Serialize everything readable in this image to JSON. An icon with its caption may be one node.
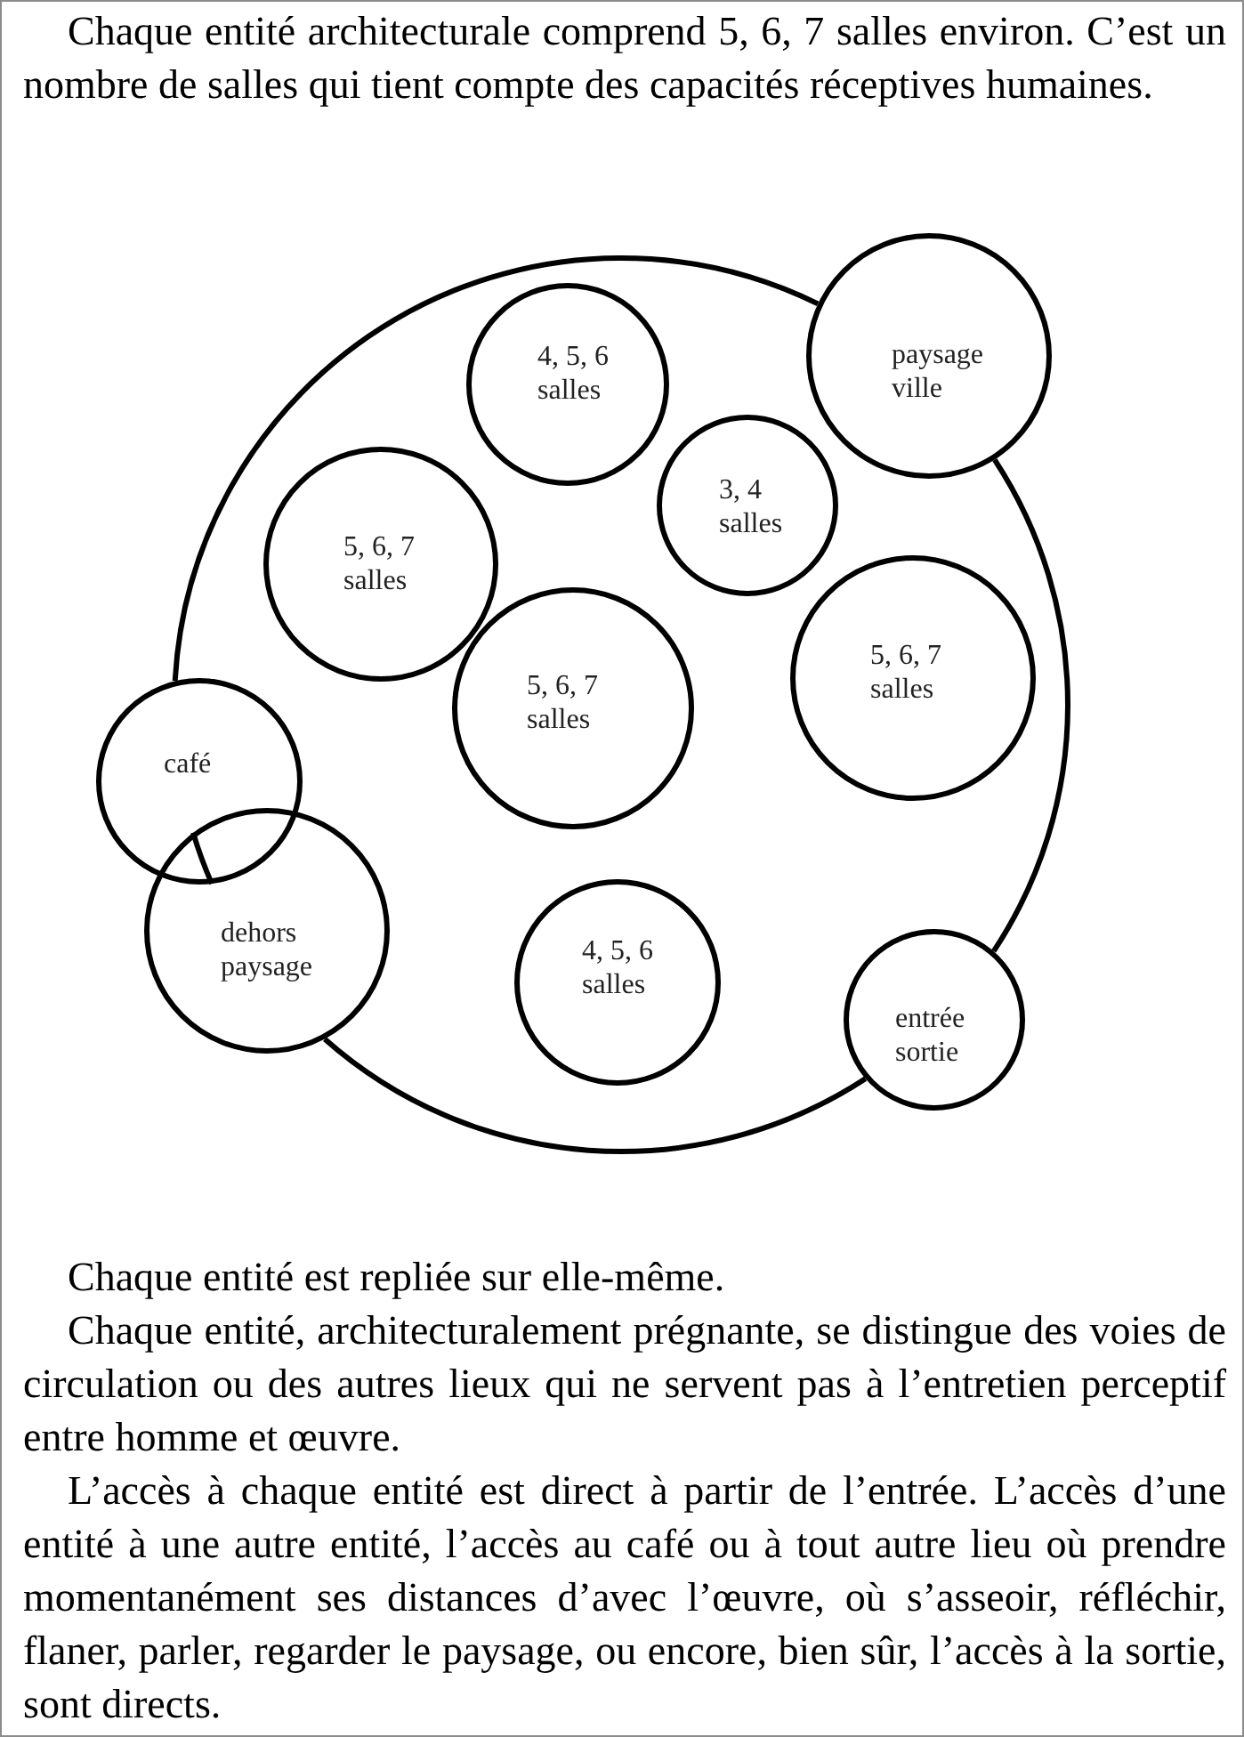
{
  "diagram": {
    "nodes": [
      {
        "text": [
          "4, 5, 6 salles"
        ]
      },
      {
        "text": [
          "paysage ville"
        ]
      },
      {
        "text": [
          "3, 4 salles"
        ]
      },
      {
        "text": [
          "5, 6, 7 salles"
        ]
      },
      {
        "text": [
          "5, 6, 7 salles"
        ]
      },
      {
        "text": [
          "5, 6, 7 salles"
        ]
      },
      {
        "text": [
          "café"
        ]
      },
      {
        "text": [
          "dehors paysage"
        ]
      },
      {
        "text": [
          "4, 5, 6 salles"
        ]
      },
      {
        "text": [
          "entrée sortie"
        ]
      }
    ],
    "edges": [
      {
        "from": 6,
        "to": 1,
        "arrow": "none"
      },
      {
        "from": 1,
        "to": 9,
        "arrow": "none"
      },
      {
        "from": 9,
        "to": 7,
        "arrow": "none"
      },
      {
        "from": 7,
        "to": 6,
        "arrow": "none"
      }
    ],
    "labels": [
      "Chaque entité architecturale comprend 5, 6, 7 salles environ. C’est un nombre de salles qui tient compte des capacités réceptives humaines.",
      "Chaque entité est repliée sur elle-même.",
      "Chaque entité, architecturalement prégnante, se distingue des voies de circulation ou des autres lieux qui ne servent pas à l’entretien perceptif entre homme et œuvre.",
      "L’accès à chaque entité est direct à partir de l’entrée. L’accès d’une entité à une autre entité, l’accès au café ou à tout autre lieu où prendre momentanément ses distances d’avec l’œuvre, où s’asseoir, réfléchir, flaner, parler, regarder le paysage, ou encore, bien sûr, l’accès à la sortie, sont directs."
    ]
  }
}
